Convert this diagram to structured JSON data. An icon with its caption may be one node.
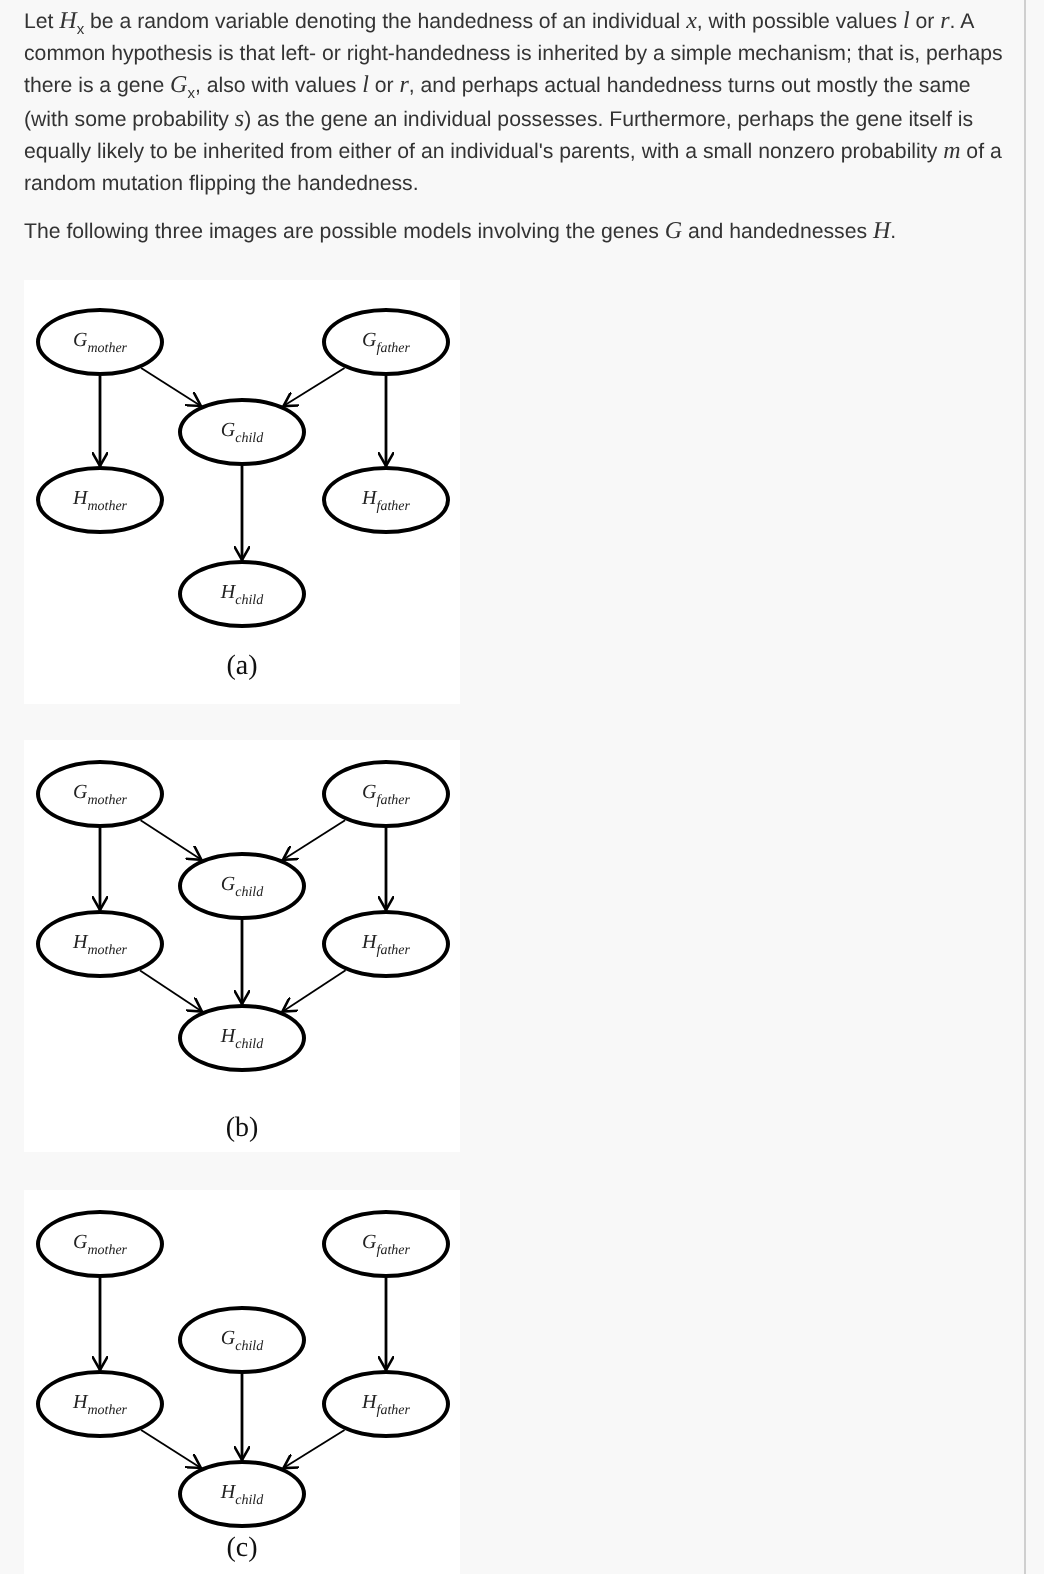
{
  "diagram": {
    "nodes": [
      {
        "text": [
          "G$_{mother}$"
        ]
      },
      {
        "text": [
          "G$_{father}$"
        ]
      },
      {
        "text": [
          "G$_{child}$"
        ]
      },
      {
        "text": [
          "H$_{mother}$"
        ]
      },
      {
        "text": [
          "H$_{father}$"
        ]
      },
      {
        "text": [
          "H$_{child}$"
        ]
      },
      {
        "text": [
          "G$_{mother}$"
        ]
      },
      {
        "text": [
          "G$_{father}$"
        ]
      },
      {
        "text": [
          "G$_{child}$"
        ]
      },
      {
        "text": [
          "H$_{mother}$"
        ]
      },
      {
        "text": [
          "H$_{father}$"
        ]
      },
      {
        "text": [
          "H$_{child}$"
        ]
      },
      {
        "text": [
          "G$_{mother}$"
        ]
      },
      {
        "text": [
          "G$_{father}$"
        ]
      },
      {
        "text": [
          "G$_{child}$"
        ]
      },
      {
        "text": [
          "H$_{mother}$"
        ]
      },
      {
        "text": [
          "H$_{father}$"
        ]
      },
      {
        "text": [
          "H$_{child}$"
        ]
      }
    ],
    "edges": [
      {
        "from": 0,
        "to": 3,
        "arrow": "to"
      },
      {
        "from": 0,
        "to": 2,
        "arrow": "to"
      },
      {
        "from": 1,
        "to": 2,
        "arrow": "to"
      },
      {
        "from": 1,
        "to": 4,
        "arrow": "to"
      },
      {
        "from": 2,
        "to": 5,
        "arrow": "to"
      },
      {
        "from": 6,
        "to": 9,
        "arrow": "to"
      },
      {
        "from": 6,
        "to": 8,
        "arrow": "to"
      },
      {
        "from": 7,
        "to": 8,
        "arrow": "to"
      },
      {
        "from": 7,
        "to": 10,
        "arrow": "to"
      },
      {
        "from": 8,
        "to": 11,
        "arrow": "to"
      },
      {
        "from": 9,
        "to": 11,
        "arrow": "to"
      },
      {
        "from": 10,
        "to": 11,
        "arrow": "to"
      },
      {
        "from": 12,
        "to": 15,
        "arrow": "to"
      },
      {
        "from": 13,
        "to": 16,
        "arrow": "to"
      },
      {
        "from": 14,
        "to": 17,
        "arrow": "to"
      },
      {
        "from": 15,
        "to": 17,
        "arrow": "to"
      },
      {
        "from": 16,
        "to": 17,
        "arrow": "to"
      }
    ],
    "labels": [
      "Let *H*$_{x}$ be a random variable denoting the handedness of an individual *x*, with possible values *l* or *r*. A common hypothesis is that left- or right-handedness is inherited by a simple mechanism; that is, perhaps there is a gene *G*$_{x}$, also with values *l* or *r*, and perhaps actual handedness turns out mostly the same (with some probability *s*) as the gene an individual possesses. Furthermore, perhaps the gene itself is equally likely to be inherited from either of an individual's parents, with a small nonzero probability *m* of a random mutation flipping the handedness.",
      "The following three images are possible models involving the genes *G* and handednesses *H*.",
      "(a)",
      "(b)",
      "(c)"
    ]
  }
}
